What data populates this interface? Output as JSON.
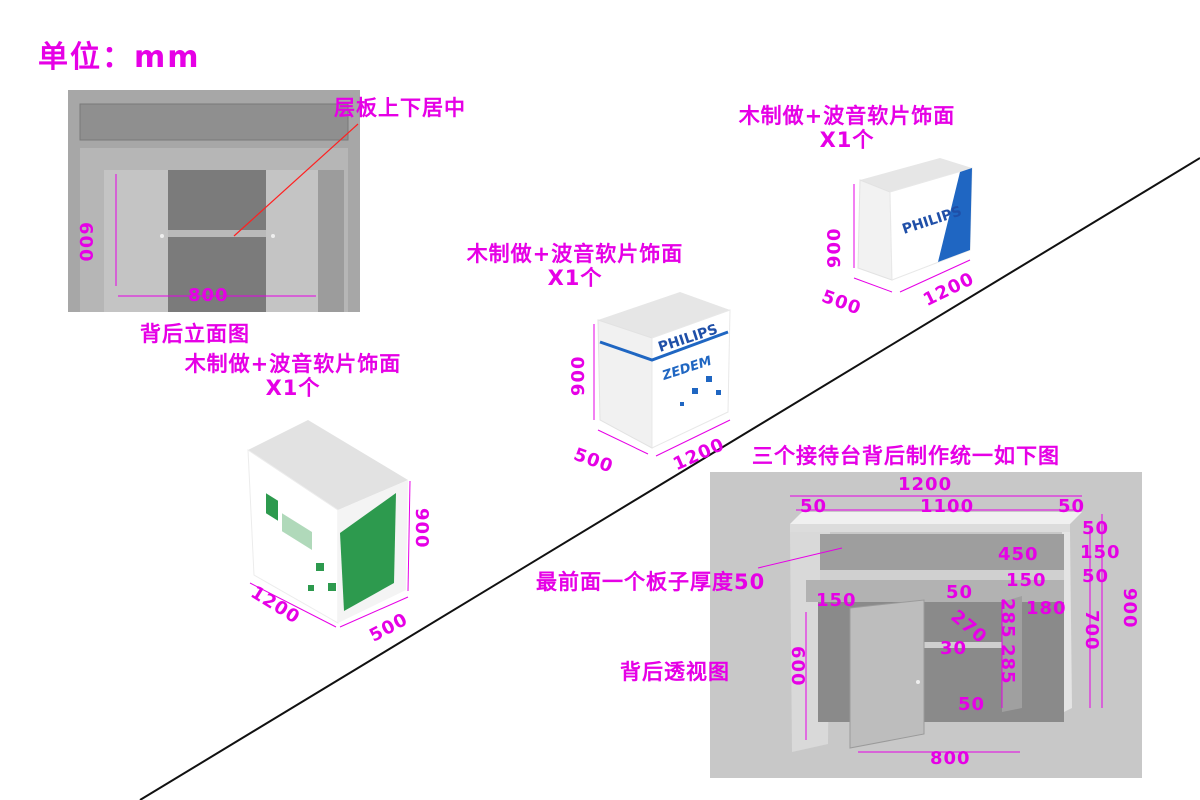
{
  "unit_label": "单位：mm",
  "back_elevation": {
    "shelf_note": "层板上下居中",
    "height": "600",
    "width": "800",
    "caption": "背后立面图"
  },
  "counter_green": {
    "material": "木制做+波音软片饰面",
    "qty": "X1个",
    "d1200": "1200",
    "d500": "500",
    "d900": "900"
  },
  "counter_blue_mid": {
    "material": "木制做+波音软片饰面",
    "qty": "X1个",
    "brand_top": "PHILIPS",
    "brand_sub": "ZEDEM",
    "d900": "900",
    "d500": "500",
    "d1200": "1200"
  },
  "counter_blue_top": {
    "material": "木制做+波音软片饰面",
    "qty": "X1个",
    "brand": "PHILIPS",
    "d900": "900",
    "d500": "500",
    "d1200": "1200"
  },
  "perspective": {
    "title": "三个接待台背后制作统一如下图",
    "front_board_note": "最前面一个板子厚度50",
    "caption": "背后透视图",
    "dims": {
      "w1200": "1200",
      "w50_left": "50",
      "w1100": "1100",
      "w50_right": "50",
      "r50_top": "50",
      "r150": "150",
      "r50_mid": "50",
      "h900": "900",
      "d450": "450",
      "d150_inner": "150",
      "d50_a": "50",
      "d150_left": "150",
      "d180": "180",
      "h700": "700",
      "d270": "270",
      "d285_a": "285",
      "d285_b": "285",
      "d30": "30",
      "d50_b": "50",
      "h600": "600",
      "w800": "800"
    }
  }
}
